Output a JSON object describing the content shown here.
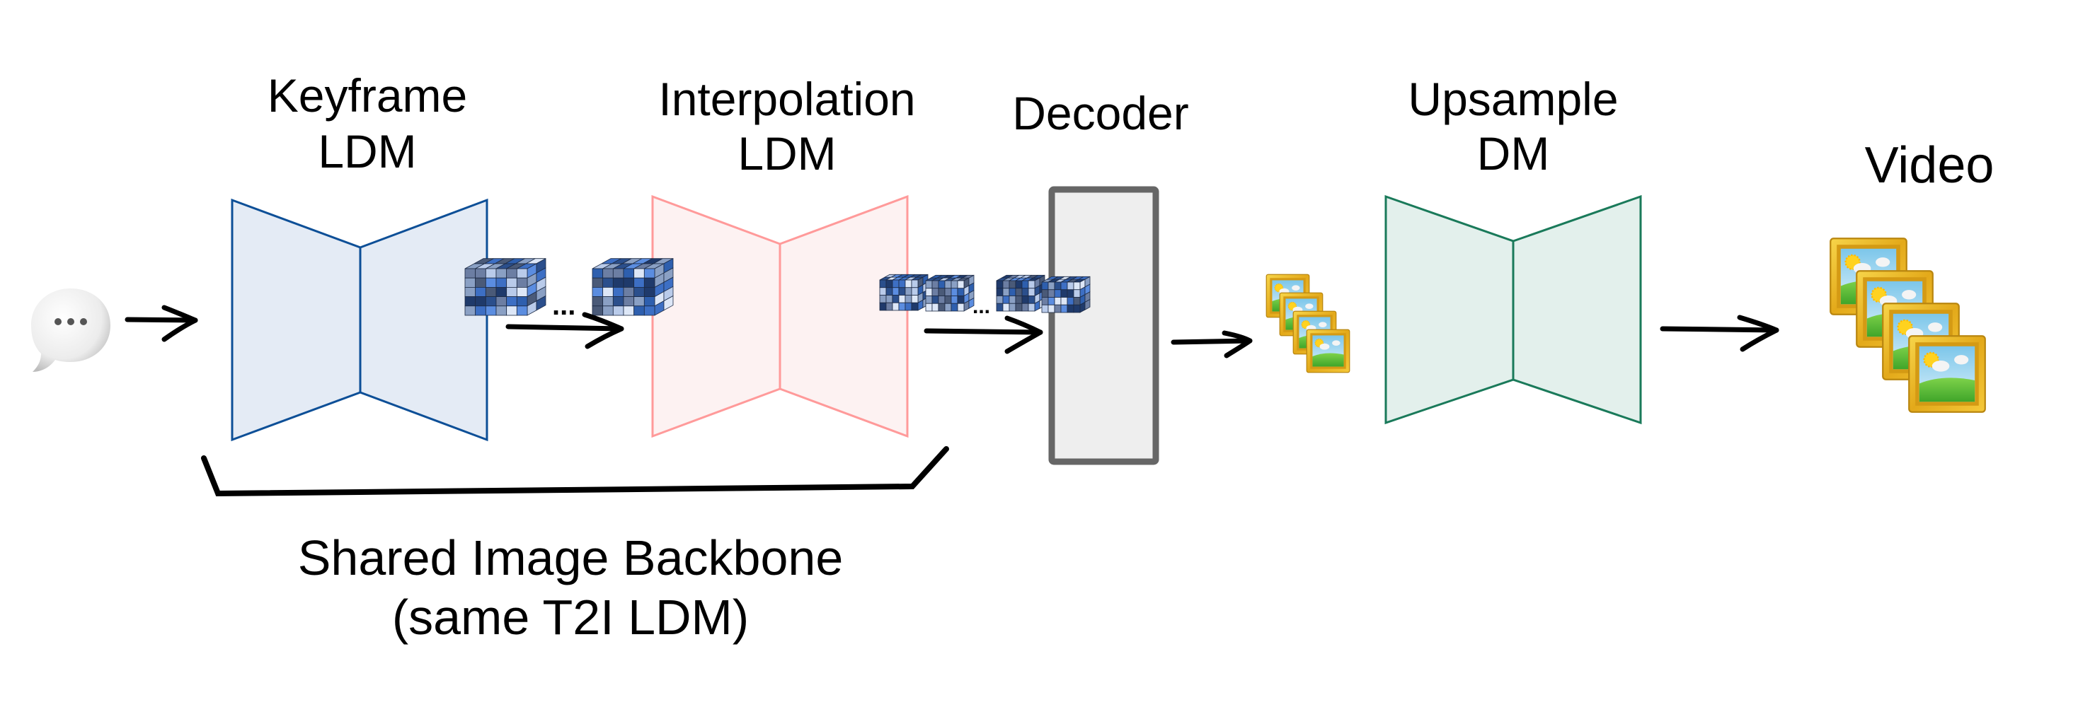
{
  "figure": {
    "title": "Video generation pipeline",
    "input": {
      "icon": "speech-bubble-icon"
    },
    "stages": [
      {
        "id": "keyframe",
        "line1": "Keyframe",
        "line2": "LDM",
        "stroke": "#0d4f97",
        "fill": "#e4ebf5"
      },
      {
        "id": "interpolation",
        "line1": "Interpolation",
        "line2": "LDM",
        "stroke": "#ff9a9a",
        "fill": "#fdf2f2"
      },
      {
        "id": "decoder",
        "line1": "Decoder",
        "stroke": "#666666",
        "fill": "#eeeeee"
      },
      {
        "id": "upsample",
        "line1": "Upsample",
        "line2": "DM",
        "stroke": "#1a7a5a",
        "fill": "#e3f0ec"
      }
    ],
    "output": {
      "label": "Video",
      "icon": "framed-picture-icon",
      "frame_count": 4
    },
    "intermediate": {
      "keyframe_latents": {
        "icon": "latent-cube-icon",
        "count_shown": 2,
        "ellipsis": "..."
      },
      "interpolated_latents": {
        "icon": "latent-cube-icon",
        "count_shown": 4,
        "ellipsis": "..."
      },
      "decoded_frames": {
        "icon": "framed-picture-icon",
        "count_shown": 4
      }
    },
    "backbone": {
      "line1": "Shared Image Backbone",
      "line2": "(same T2I LDM)"
    },
    "colors": {
      "cube_palette": [
        "#2b4f8c",
        "#b9cbea",
        "#3d6fc4",
        "#1f3a6b",
        "#8aa0c4",
        "#4a5a78",
        "#5b8de0",
        "#dde7f7",
        "#2e5fae",
        "#6c7ea3"
      ]
    }
  }
}
